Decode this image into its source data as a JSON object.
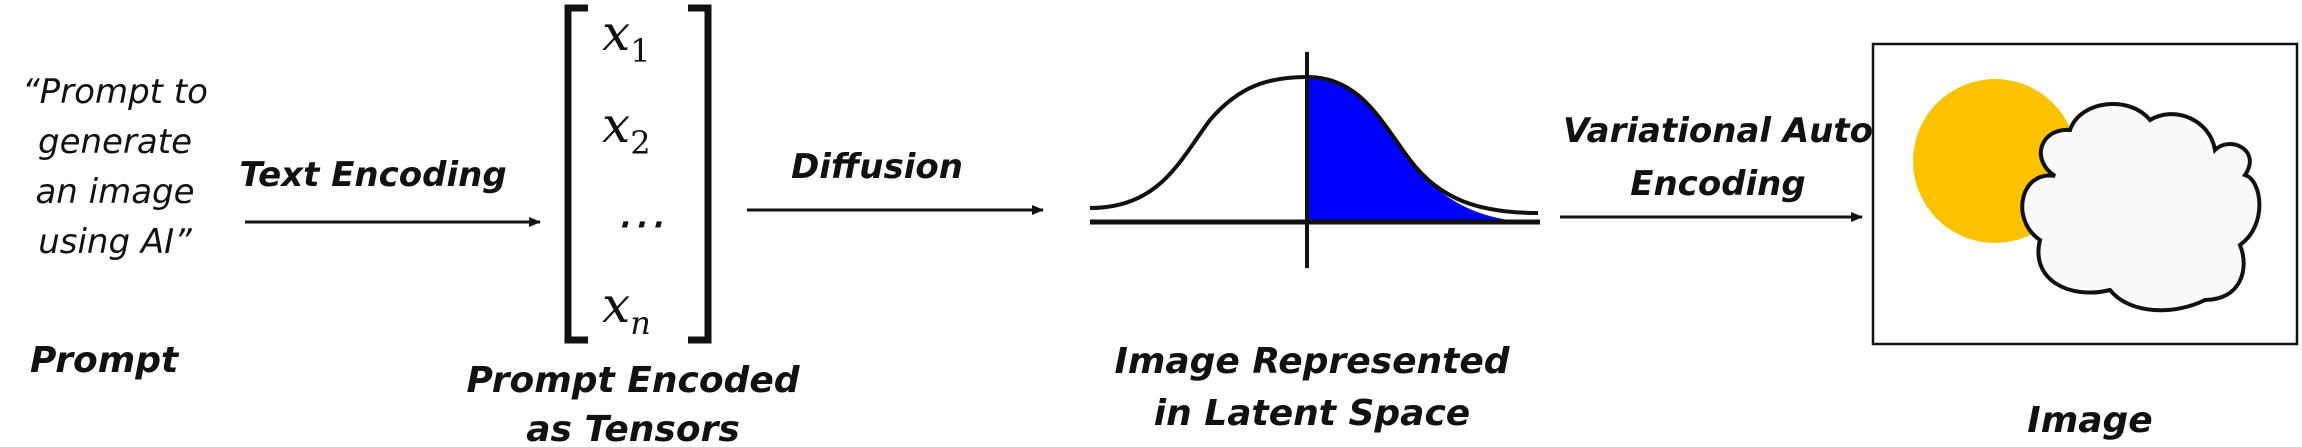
{
  "prompt": {
    "text_lines": [
      "“Prompt to",
      "generate",
      "an image",
      "using AI”"
    ],
    "label": "Prompt"
  },
  "arrows": {
    "text_encoding": "Text Encoding",
    "diffusion": "Diffusion",
    "vae_lines": [
      "Variational Auto",
      "Encoding"
    ]
  },
  "tensor": {
    "x1_base": "x",
    "x1_sub": "1",
    "x2_base": "x",
    "x2_sub": "2",
    "ellipsis": "⋯",
    "xn_base": "x",
    "xn_sub": "n",
    "label_lines": [
      "Prompt Encoded",
      "as Tensors"
    ]
  },
  "latent": {
    "label_lines": [
      "Image Represented",
      "in Latent Space"
    ],
    "fill_color": "#0000ff"
  },
  "image": {
    "label": "Image",
    "sun_color": "#fcc200",
    "cloud_color": "#fafafa",
    "sun_icon": "sun-icon",
    "cloud_icon": "cloud-icon"
  }
}
